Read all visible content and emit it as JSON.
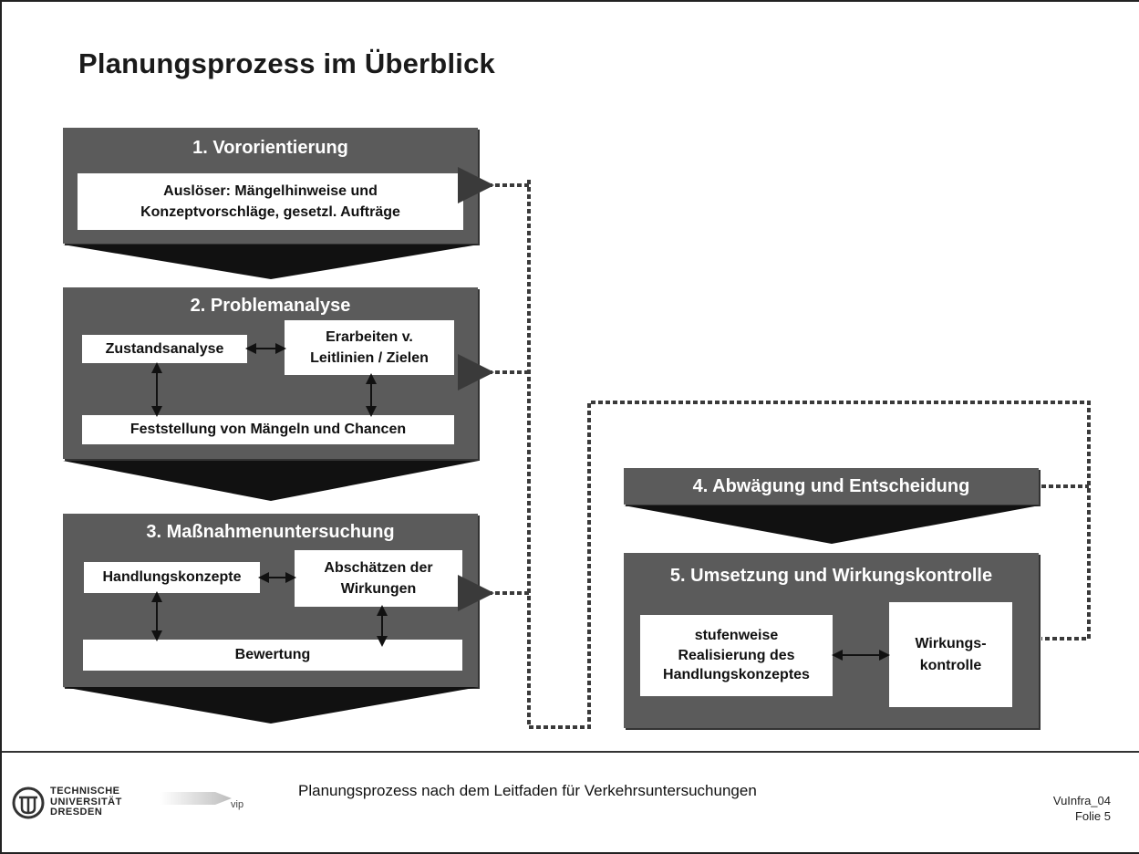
{
  "slide": {
    "title": "Planungsprozess im Überblick",
    "footer_text": "Planungsprozess nach dem Leitfaden für Verkehrsuntersuchungen",
    "slide_code": "VuInfra_04",
    "slide_number": "Folie 5",
    "university_logo_text": [
      "TECHNISCHE",
      "UNIVERSITÄT",
      "DRESDEN"
    ],
    "vip_logo_text": "vip"
  },
  "diagram": {
    "step1": {
      "heading": "1.   Vororientierung",
      "box_text": [
        "Auslöser: Mängelhinweise und",
        "Konzeptvorschläge, gesetzl. Aufträge"
      ]
    },
    "step2": {
      "heading": "2. Problemanalyse",
      "left_box": "Zustandsanalyse",
      "right_box": [
        "Erarbeiten v.",
        "Leitlinien / Zielen"
      ],
      "bottom_box": "Feststellung von Mängeln und Chancen"
    },
    "step3": {
      "heading": "3. Maßnahmenuntersuchung",
      "left_box": "Handlungskonzepte",
      "right_box": [
        "Abschätzen der",
        "Wirkungen"
      ],
      "bottom_box": "Bewertung"
    },
    "step4": {
      "heading": "4. Abwägung und Entscheidung"
    },
    "step5": {
      "heading": "5. Umsetzung und Wirkungskontrolle",
      "left_box": [
        "stufenweise",
        "Realisierung des",
        "Handlungskonzeptes"
      ],
      "right_box": [
        "Wirkungs-",
        "kontrolle"
      ]
    }
  },
  "colors": {
    "panel": "#5b5b5b",
    "chevron": "#111111",
    "box": "#ffffff",
    "connector": "#3a3a3a"
  }
}
